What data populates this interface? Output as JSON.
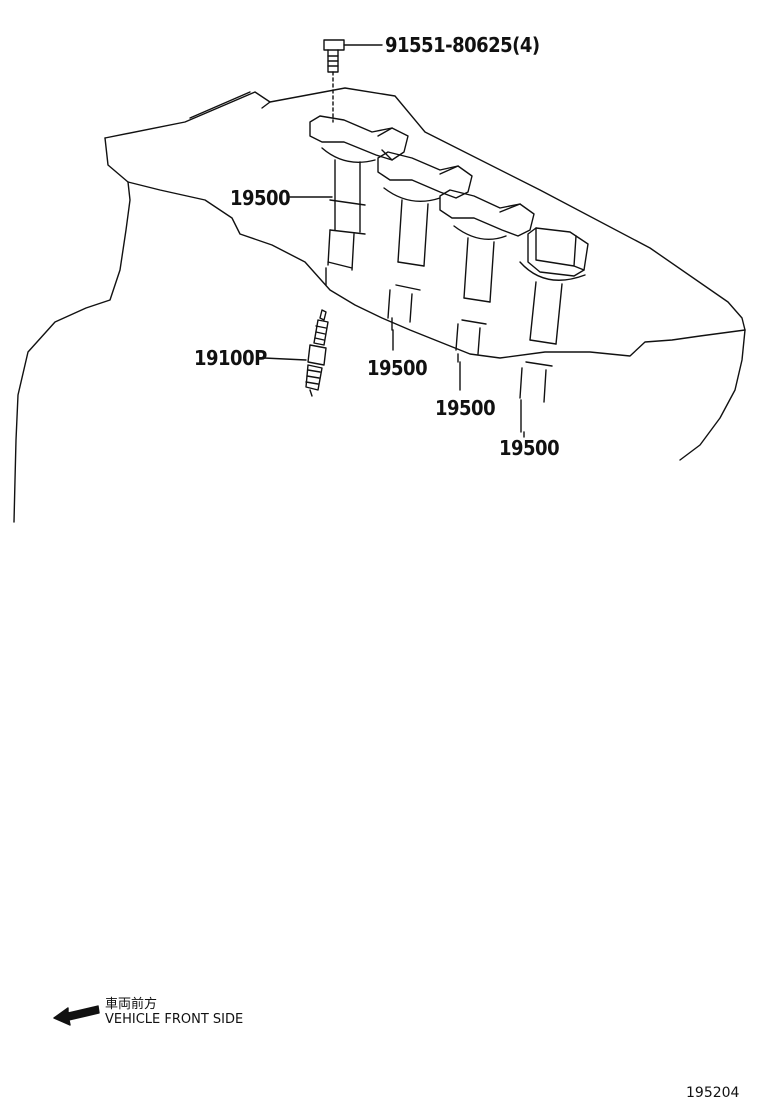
{
  "callouts": {
    "bolt": "91551-80625(4)",
    "coil_a": "19500",
    "coil_b": "19500",
    "coil_c": "19500",
    "coil_d": "19500",
    "spark_plug": "19100P"
  },
  "orientation": {
    "jp": "車両前方",
    "en": "VEHICLE FRONT SIDE"
  },
  "illustration_number": "195204"
}
